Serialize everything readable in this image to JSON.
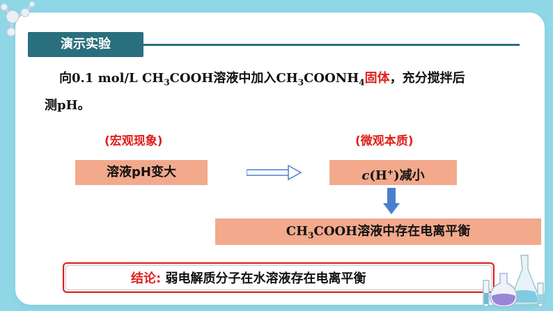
{
  "section": {
    "label": "演示实验"
  },
  "statement": {
    "line1_a": "向0.1 mol/L CH",
    "line1_sub1": "3",
    "line1_b": "COOH溶液中加入CH",
    "line1_sub2": "3",
    "line1_c": "COONH",
    "line1_sub3": "4",
    "line1_highlight": "固体",
    "line1_d": "，充分搅拌后",
    "line2": "测pH。"
  },
  "macro": {
    "tag": "(宏观现象)",
    "box": "溶液pH变大"
  },
  "micro": {
    "tag": "(微观本质)",
    "c": "c",
    "paren_open": "(H",
    "sup": "+",
    "paren_close": ")减小"
  },
  "equilibrium": {
    "a": "CH",
    "sub": "3",
    "b": "COOH溶液中存在电离平衡"
  },
  "conclusion": {
    "lead": "结论:",
    "text": " 弱电解质分子在水溶液存在电离平衡"
  },
  "colors": {
    "teal": "#2a6f7d",
    "salmon": "#f2a98c",
    "red": "#e02020",
    "arrow": "#4a7fcc"
  },
  "icons": [
    "molecule-icon",
    "arrow-right-icon",
    "arrow-down-icon",
    "lab-glassware-icon"
  ]
}
